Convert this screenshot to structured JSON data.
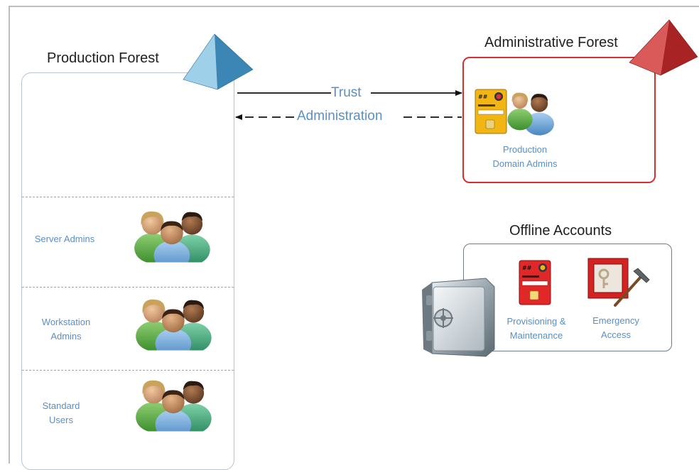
{
  "production_forest": {
    "title": "Production Forest",
    "tiers": [
      {
        "label_lines": [
          "Server Admins"
        ]
      },
      {
        "label_lines": [
          "Workstation",
          "Admins"
        ]
      },
      {
        "label_lines": [
          "Standard",
          "Users"
        ]
      }
    ]
  },
  "administrative_forest": {
    "title": "Administrative Forest",
    "group_label_lines": [
      "Production",
      "Domain Admins"
    ]
  },
  "connections": {
    "trust_label": "Trust",
    "administration_label": "Administration"
  },
  "offline_accounts": {
    "title": "Offline Accounts",
    "items": [
      {
        "label_lines": [
          "Provisioning &",
          "Maintenance"
        ]
      },
      {
        "label_lines": [
          "Emergency",
          "Access"
        ]
      }
    ]
  },
  "smartcard": {
    "hash_text": "##"
  },
  "colors": {
    "label_blue": "#5b8fc4",
    "production_pyramid": "#4f97c4",
    "admin_pyramid": "#b83030",
    "admin_box_border": "#d52f2f",
    "arrow": "#111111"
  },
  "icons": [
    "production-pyramid-icon",
    "admin-pyramid-icon",
    "users-group-icon",
    "smartcard-icon",
    "vault-icon",
    "emergency-key-box-icon"
  ]
}
